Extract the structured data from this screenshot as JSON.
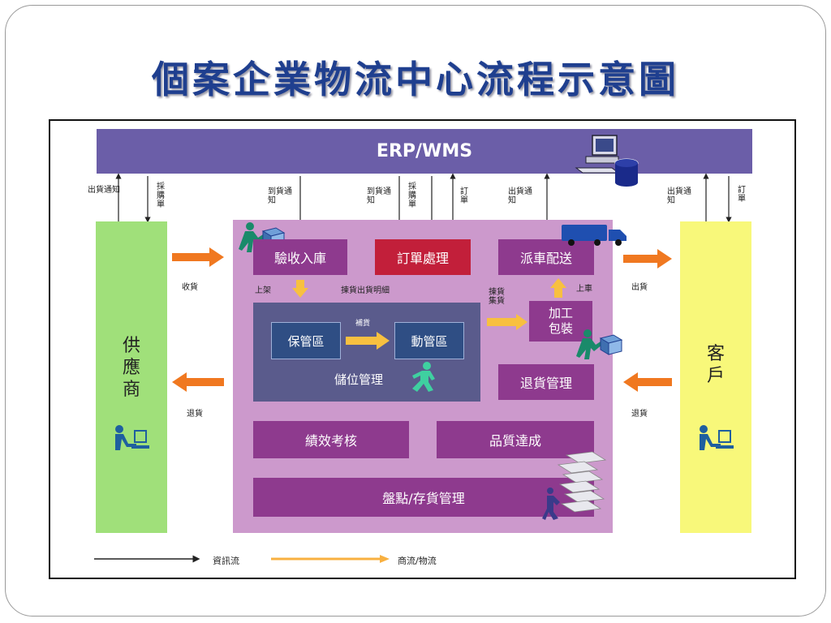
{
  "title": "個案企業物流中心流程示意圖",
  "erp_label": "ERP/WMS",
  "supplier": {
    "name": "供應商",
    "info_left": "出貨通知",
    "info_right": "採購單",
    "in_label": "收貨",
    "return_label": "退貨"
  },
  "customer": {
    "name": "客戶",
    "info_left": "出貨通知",
    "info_right": "訂單",
    "out_label": "出貨",
    "return_label": "退貨"
  },
  "info_flows": {
    "arrival_notice": "到貨通知",
    "arrival_notice_2": "到貨通知",
    "purchase_order": "採購單",
    "order": "訂單",
    "ship_notice": "出貨通知"
  },
  "boxes": {
    "receiving": "驗收入庫",
    "order_processing": "訂單處理",
    "dispatch": "派車配送",
    "processing_packing": "加工包裝",
    "storage_zone": "保管區",
    "moving_zone": "動管區",
    "location_management": "儲位管理",
    "returns_management": "退貨管理",
    "performance": "績效考核",
    "quality": "品質達成",
    "inventory": "盤點/存貨管理"
  },
  "inner_labels": {
    "shelve": "上架",
    "picking_detail": "揀貨出貨明細",
    "replenish": "補貨",
    "pick_collect": "揀貨集貨",
    "load": "上車"
  },
  "legend": {
    "info_flow": "資訊流",
    "goods_flow": "商流/物流"
  },
  "colors": {
    "erp": "#6b5ea8",
    "supplier": "#a0e07a",
    "customer": "#f8f87a",
    "center": "#cc99cc",
    "box_purple": "#8e3a8e",
    "box_red": "#c21f3a",
    "storage": "#5a5b8c",
    "blue_box": "#2f4e84",
    "flow_orange": "#f07820",
    "title": "#1f3f8f"
  }
}
